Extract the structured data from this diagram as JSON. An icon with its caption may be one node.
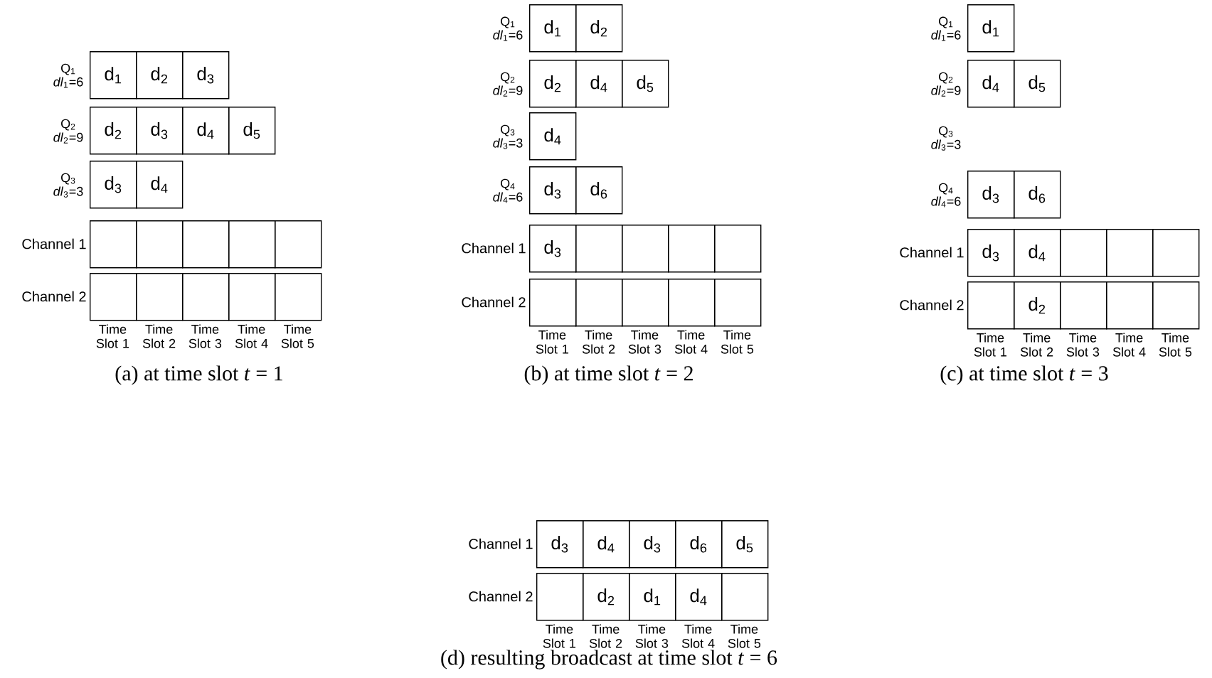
{
  "diagram": {
    "nodes": [
      {
        "text": [
          "d$_{1}$"
        ]
      },
      {
        "text": [
          "d$_{2}$"
        ]
      },
      {
        "text": [
          "d$_{3}$"
        ]
      },
      {
        "text": [
          "d$_{2}$"
        ]
      },
      {
        "text": [
          "d$_{3}$"
        ]
      },
      {
        "text": [
          "d$_{4}$"
        ]
      },
      {
        "text": [
          "d$_{5}$"
        ]
      },
      {
        "text": [
          "d$_{3}$"
        ]
      },
      {
        "text": [
          "d$_{4}$"
        ]
      },
      {
        "text": [],
        "shape": "box"
      },
      {
        "text": [],
        "shape": "box"
      },
      {
        "text": [],
        "shape": "box"
      },
      {
        "text": [],
        "shape": "box"
      },
      {
        "text": [],
        "shape": "box"
      },
      {
        "text": [],
        "shape": "box"
      },
      {
        "text": [],
        "shape": "box"
      },
      {
        "text": [],
        "shape": "box"
      },
      {
        "text": [],
        "shape": "box"
      },
      {
        "text": [],
        "shape": "box"
      },
      {
        "text": [
          "d$_{1}$"
        ]
      },
      {
        "text": [
          "d$_{2}$"
        ]
      },
      {
        "text": [
          "d$_{2}$"
        ]
      },
      {
        "text": [
          "d$_{4}$"
        ]
      },
      {
        "text": [
          "d$_{5}$"
        ]
      },
      {
        "text": [
          "d$_{4}$"
        ]
      },
      {
        "text": [
          "d$_{3}$"
        ]
      },
      {
        "text": [
          "d$_{6}$"
        ]
      },
      {
        "text": [
          "d$_{3}$"
        ]
      },
      {
        "text": [],
        "shape": "box"
      },
      {
        "text": [],
        "shape": "box"
      },
      {
        "text": [],
        "shape": "box"
      },
      {
        "text": [],
        "shape": "box"
      },
      {
        "text": [],
        "shape": "box"
      },
      {
        "text": [],
        "shape": "box"
      },
      {
        "text": [],
        "shape": "box"
      },
      {
        "text": [],
        "shape": "box"
      },
      {
        "text": [],
        "shape": "box"
      },
      {
        "text": [
          "d$_{1}$"
        ]
      },
      {
        "text": [
          "d$_{4}$"
        ]
      },
      {
        "text": [
          "d$_{5}$"
        ]
      },
      {
        "text": [
          "d$_{3}$"
        ]
      },
      {
        "text": [
          "d$_{6}$"
        ]
      },
      {
        "text": [
          "d$_{3}$"
        ]
      },
      {
        "text": [
          "d$_{4}$"
        ]
      },
      {
        "text": [],
        "shape": "box"
      },
      {
        "text": [],
        "shape": "box"
      },
      {
        "text": [],
        "shape": "box"
      },
      {
        "text": [],
        "shape": "box"
      },
      {
        "text": [
          "d$_{2}$"
        ]
      },
      {
        "text": [],
        "shape": "box"
      },
      {
        "text": [],
        "shape": "box"
      },
      {
        "text": [],
        "shape": "box"
      },
      {
        "text": [
          "d$_{3}$"
        ]
      },
      {
        "text": [
          "d$_{4}$"
        ]
      },
      {
        "text": [
          "d$_{3}$"
        ]
      },
      {
        "text": [
          "d$_{6}$"
        ]
      },
      {
        "text": [
          "d$_{5}$"
        ]
      },
      {
        "text": [],
        "shape": "box"
      },
      {
        "text": [
          "d$_{2}$"
        ]
      },
      {
        "text": [
          "d$_{1}$"
        ]
      },
      {
        "text": [
          "d$_{4}$"
        ]
      },
      {
        "text": [],
        "shape": "box"
      }
    ],
    "labels": [
      "Q$_{1}$",
      "*dl*$_{1}$=6",
      "Q$_{2}$",
      "*dl*$_{2}$=9",
      "Q$_{3}$",
      "*dl*$_{3}$=3",
      "Channel 1",
      "Channel 2",
      "Time Slot 1",
      "Time Slot 2",
      "Time Slot 3",
      "Time Slot 4",
      "Time Slot 5",
      "(a) at time slot *t* = 1",
      "Q$_{1}$",
      "*dl*$_{1}$=6",
      "Q$_{2}$",
      "*dl*$_{2}$=9",
      "Q$_{3}$",
      "*dl*$_{3}$=3",
      "Q$_{4}$",
      "*dl*$_{4}$=6",
      "Channel 1",
      "Channel 2",
      "Time Slot 1",
      "Time Slot 2",
      "Time Slot 3",
      "Time Slot 4",
      "Time Slot 5",
      "(b) at time slot *t* = 2",
      "Q$_{1}$",
      "*dl*$_{1}$=6",
      "Q$_{2}$",
      "*dl*$_{2}$=9",
      "Q$_{3}$",
      "*dl*$_{3}$=3",
      "Q$_{4}$",
      "*dl*$_{4}$=6",
      "Channel 1",
      "Channel 2",
      "Time Slot 1",
      "Time Slot 2",
      "Time Slot 3",
      "Time Slot 4",
      "Time Slot 5",
      "(c) at time slot *t* = 3",
      "Channel 1",
      "Channel 2",
      "Time Slot 1",
      "Time Slot 2",
      "Time Slot 3",
      "Time Slot 4",
      "Time Slot 5",
      "(d) resulting broadcast at time slot *t* = 6"
    ]
  }
}
